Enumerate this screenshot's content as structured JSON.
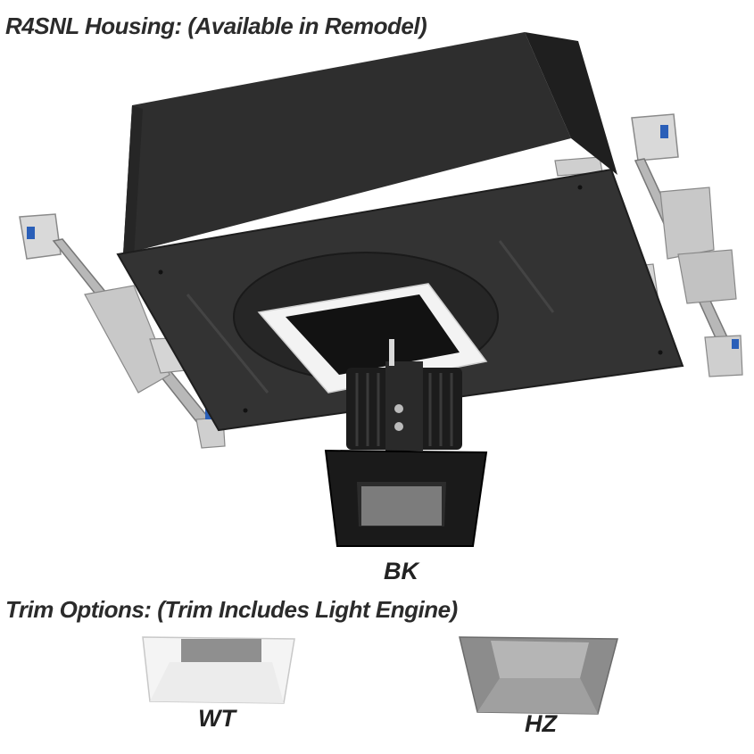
{
  "housing": {
    "title": "R4SNL Housing: (Available in Remodel)"
  },
  "trim_options": {
    "title": "Trim Options: (Trim Includes Light Engine)",
    "items": [
      {
        "code": "BK",
        "color": "#1a1a1a"
      },
      {
        "code": "WT",
        "color": "#f4f4f4"
      },
      {
        "code": "HZ",
        "color": "#8c8c8c"
      }
    ]
  }
}
